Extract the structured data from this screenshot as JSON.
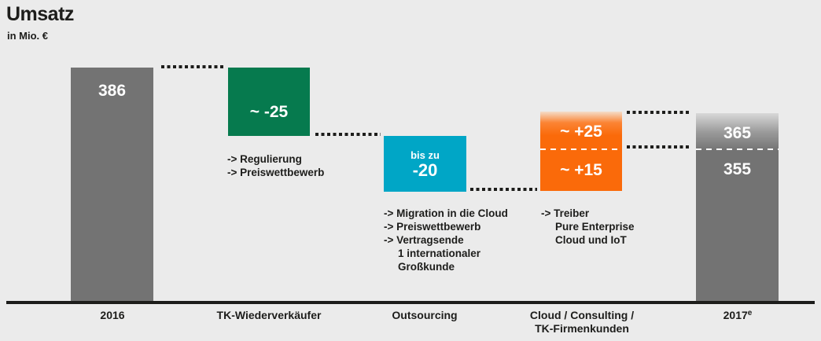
{
  "title": "Umsatz",
  "subtitle": "in Mio. €",
  "colors": {
    "background": "#ebebeb",
    "bar_gray": "#737373",
    "bar_green": "#067a4e",
    "bar_cyan": "#00a6c6",
    "bar_orange": "#fa6a0a",
    "text_dark": "#1d1d1b",
    "text_light": "#ffffff"
  },
  "chart_data": {
    "type": "waterfall",
    "title": "Umsatz",
    "unit": "in Mio. €",
    "categories": [
      "2016",
      "TK-Wiederverkäufer",
      "Outsourcing",
      "Cloud / Consulting / TK-Firmenkunden",
      "2017e"
    ],
    "series": [
      {
        "category": "2016",
        "role": "start_total",
        "value": 386,
        "label": "386",
        "color": "#737373"
      },
      {
        "category": "TK-Wiederverkäufer",
        "role": "decrease",
        "value": -25,
        "label": "~ -25",
        "color": "#067a4e",
        "drivers": [
          "Regulierung",
          "Preiswettbewerb"
        ]
      },
      {
        "category": "Outsourcing",
        "role": "decrease",
        "value": -20,
        "label": "bis zu -20",
        "color": "#00a6c6",
        "drivers": [
          "Migration in die Cloud",
          "Preiswettbewerb",
          "Vertragsende 1 internationaler Großkunde"
        ]
      },
      {
        "category": "Cloud / Consulting / TK-Firmenkunden",
        "role": "increase",
        "value_min": 15,
        "value_max": 25,
        "labels": [
          "~ +25",
          "~ +15"
        ],
        "color": "#fa6a0a",
        "drivers": [
          "Treiber Pure Enterprise Cloud und IoT"
        ]
      },
      {
        "category": "2017e",
        "role": "end_total",
        "value_min": 355,
        "value_max": 365,
        "labels": [
          "365",
          "355"
        ],
        "color": "#737373"
      }
    ]
  },
  "bars": {
    "b2016": {
      "value": "386"
    },
    "tk": {
      "value": "~ -25"
    },
    "out": {
      "prefix": "bis zu",
      "value": "-20"
    },
    "cloud": {
      "upper": "~ +25",
      "lower": "~ +15"
    },
    "b2017": {
      "upper": "365",
      "lower": "355"
    }
  },
  "notes": {
    "tk": [
      "-> Regulierung",
      "-> Preiswettbewerb"
    ],
    "out": [
      "-> Migration in die Cloud",
      "-> Preiswettbewerb",
      "-> Vertragsende",
      "1 internationaler",
      "Großkunde"
    ],
    "cloud": [
      "-> Treiber",
      "Pure Enterprise",
      "Cloud und IoT"
    ]
  },
  "axis": {
    "labels": [
      "2016",
      "TK-Wiederverkäufer",
      "Outsourcing",
      {
        "line1": "Cloud / Consulting /",
        "line2": "TK-Firmenkunden"
      },
      {
        "base": "2017",
        "sup": "e"
      }
    ]
  }
}
